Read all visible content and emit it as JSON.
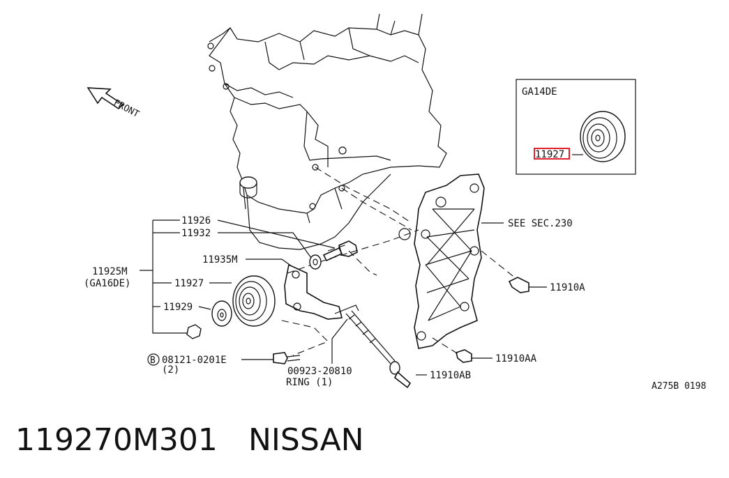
{
  "labels": {
    "front": "FRONT",
    "inset_title": "GA14DE",
    "inset_part": "11927",
    "see_sec": "SEE SEC.230",
    "p11926": "11926",
    "p11932": "11932",
    "p11935m": "11935M",
    "p11925m": "11925M",
    "ga16de": "(GA16DE)",
    "p11927": "11927",
    "p11929": "11929",
    "p11910a": "11910A",
    "p11910aa": "11910AA",
    "p11910ab": "11910AB",
    "bolt_b": "B",
    "bolt_code": "08121-0201E",
    "bolt_qty": "(2)",
    "ring_code": "00923-20810",
    "ring_label": "RING (1)",
    "diagram_id": "A275B 0198"
  },
  "footer": {
    "part_number": "119270M301",
    "brand": "NISSAN"
  },
  "colors": {
    "line": "#111111",
    "highlight": "#e0202a"
  }
}
